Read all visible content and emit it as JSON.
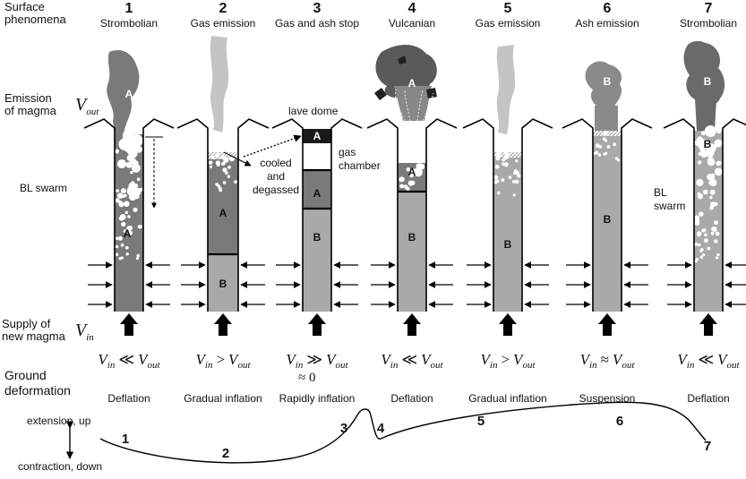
{
  "headers": {
    "surface": [
      "Surface",
      "phenomena"
    ],
    "emission": [
      "Emission",
      "of magma"
    ],
    "emission_symbol": {
      "v": "V",
      "sub": "out"
    },
    "supply": [
      "Supply of",
      "new magma"
    ],
    "supply_symbol": {
      "v": "V",
      "sub": "in"
    },
    "ground": [
      "Ground",
      "deformation"
    ],
    "bl_swarm": "BL swarm",
    "axis_up": "extension, up",
    "axis_down": "contraction, down"
  },
  "stages": [
    {
      "number": "1",
      "phenomenon": "Strombolian",
      "relation": "≪",
      "deformation": "Deflation"
    },
    {
      "number": "2",
      "phenomenon": "Gas emission",
      "relation": ">",
      "deformation": "Gradual inflation"
    },
    {
      "number": "3",
      "phenomenon": "Gas and ash stop",
      "relation": "≫",
      "deformation": "Rapidly inflation"
    },
    {
      "number": "4",
      "phenomenon": "Vulcanian",
      "relation": "≪",
      "deformation": "Deflation"
    },
    {
      "number": "5",
      "phenomenon": "Gas emission",
      "relation": ">",
      "deformation": "Gradual inflation"
    },
    {
      "number": "6",
      "phenomenon": "Ash emission",
      "relation": "≈",
      "deformation": "Suspension"
    },
    {
      "number": "7",
      "phenomenon": "Strombolian",
      "relation": "≪",
      "deformation": "Deflation"
    }
  ],
  "equation_terms": {
    "left": "V",
    "left_sub": "in",
    "right": "V",
    "right_sub": "out"
  },
  "stage3_extra": "≈ 0",
  "annotations": {
    "lava_dome": "lave dome",
    "gas_chamber": [
      "gas",
      "chamber"
    ],
    "cooled": [
      "cooled",
      "and",
      "degassed"
    ],
    "bl_swarm_7": [
      "BL",
      "swarm"
    ]
  },
  "magma_labels": {
    "s1_plume": "A",
    "s1_conduit": "A",
    "s2_upper": "A",
    "s2_lower": "B",
    "s3_dome": "A",
    "s3_mid": "A",
    "s3_lower": "B",
    "s4_plume": "A",
    "s4_upper": "A",
    "s4_lower": "B",
    "s5_conduit": "B",
    "s6_plume": "B",
    "s6_conduit": "B",
    "s7_plume": "B",
    "s7_conduit": "B"
  },
  "curve_numbers": [
    "1",
    "2",
    "3",
    "4",
    "5",
    "6",
    "7"
  ],
  "colors": {
    "magma_A": "#7a7a7a",
    "magma_B": "#a9a9a9",
    "plume_dark": "#5a5a5a",
    "plume_light": "#c4c4c4",
    "dome": "#1a1a1a"
  }
}
